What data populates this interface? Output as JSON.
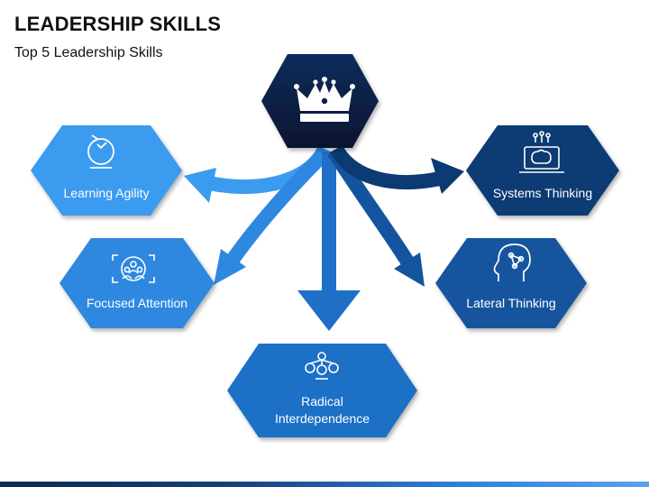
{
  "title": "LEADERSHIP SKILLS",
  "subtitle": "Top 5 Leadership Skills",
  "center": {
    "icon": "crown-icon"
  },
  "skills": [
    {
      "label": "Learning Agility",
      "icon": "agility-cycle-icon",
      "color": "#3a9bef"
    },
    {
      "label": "Focused Attention",
      "icon": "focus-target-icon",
      "color": "#2f88e0"
    },
    {
      "label": "Radical Interdependence",
      "icon": "connected-people-icon",
      "color": "#1f6fc6"
    },
    {
      "label": "Lateral Thinking",
      "icon": "head-network-icon",
      "color": "#14549e"
    },
    {
      "label": "Systems Thinking",
      "icon": "laptop-brain-icon",
      "color": "#0c3a73"
    }
  ],
  "colors": {
    "center_fill": "#0a1f44",
    "bottom_bar": "#163f7a"
  }
}
